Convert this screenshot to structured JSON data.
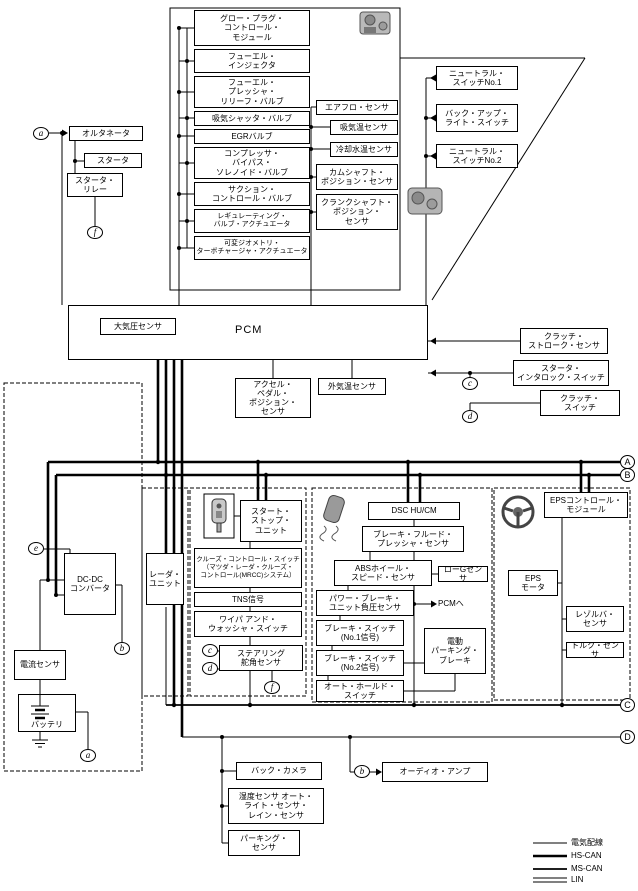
{
  "engine": {
    "glow_plug": "グロー・プラグ・\nコントロール・\nモジュール",
    "fuel_injector": "フューエル・\nインジェクタ",
    "fuel_relief": "フューエル・\nプレッシャ・\nリリーフ・バルブ",
    "intake_shutter": "吸気シャッタ・バルブ",
    "egr": "EGRバルブ",
    "compressor_bypass": "コンプレッサ・\nバイパス・\nソレノイド・バルブ",
    "suction_control": "サクション・\nコントロール・バルブ",
    "regulating_valve": "レギュレーティング・\nバルブ・アクチュエータ",
    "vgt_actuator": "可変ジオメトリ・\nターボチャージャ・アクチュエータ"
  },
  "sensors": {
    "airflow": "エアフロ・センサ",
    "intake_temp": "吸気温センサ",
    "coolant_temp": "冷却水温センサ",
    "camshaft": "カムシャフト・\nポジション・センサ",
    "crankshaft": "クランクシャフト・\nポジション・\nセンサ",
    "accel_pedal": "アクセル・\nペダル・\nポジション・\nセンサ",
    "ambient_temp": "外気温センサ",
    "baro": "大気圧センサ"
  },
  "transmission": {
    "neutral_sw1": "ニュートラル・\nスイッチNo.1",
    "backup_light_sw": "バック・アップ・\nライト・スイッチ",
    "neutral_sw2": "ニュートラル・\nスイッチNo.2",
    "clutch_stroke": "クラッチ・\nストローク・センサ",
    "starter_interlock": "スタータ・\nインタロック・スイッチ",
    "clutch_switch": "クラッチ・\nスイッチ"
  },
  "starting": {
    "alternator": "オルタネータ",
    "starter": "スタータ",
    "starter_relay": "スタータ・\nリレー"
  },
  "pcm": {
    "label": "PCM",
    "to_pcm": "PCMへ"
  },
  "power": {
    "dcdc": "DC-DC\nコンバータ",
    "current_sensor": "電流センサ",
    "battery": "バッテリ"
  },
  "driver": {
    "radar_unit": "レーダ・\nユニット",
    "start_stop": "スタート・\nストップ・\nユニット",
    "cruise_switch": "クルーズ・コントロール・スイッチ\n（マツダ・レーダ・クルーズ・\nコントロール(MRCC)システム）",
    "tns": "TNS信号",
    "wiper": "ワイパ アンド・\nウォッシャ・スイッチ",
    "steering_angle": "ステアリング\n舵角センサ"
  },
  "brake": {
    "dsc_hucm": "DSC HU/CM",
    "brake_fluid": "ブレーキ・フルード・\nプレッシャ・センサ",
    "abs_wheel": "ABSホイール・\nスピード・センサ",
    "low_g": "ローGセンサ",
    "power_brake": "パワー・ブレーキ・\nユニット負圧センサ",
    "brake_sw1": "ブレーキ・スイッチ\n(No.1信号)",
    "brake_sw2": "ブレーキ・スイッチ\n(No.2信号)",
    "epb": "電動\nパーキング・\nブレーキ",
    "auto_hold": "オート・ホールド・\nスイッチ"
  },
  "eps": {
    "module": "EPSコントロール・\nモジュール",
    "motor": "EPS\nモータ",
    "resolver": "レゾルバ・\nセンサ",
    "torque": "トルク・センサ"
  },
  "body_elec": {
    "back_camera": "バック・カメラ",
    "humidity_light_rain": "湿度センサ オート・\nライト・センサ・\nレイン・センサ",
    "parking_sensor": "パーキング・\nセンサ",
    "audio_amp": "オーディオ・アンプ"
  },
  "nodes": {
    "a": "a",
    "b": "b",
    "c": "c",
    "d": "d",
    "e": "e",
    "f": "f",
    "A": "A",
    "B": "B",
    "C": "C",
    "D": "D"
  },
  "legend": {
    "wiring": "電気配線",
    "hs_can": "HS-CAN",
    "ms_can": "MS-CAN",
    "lin": "LIN"
  }
}
